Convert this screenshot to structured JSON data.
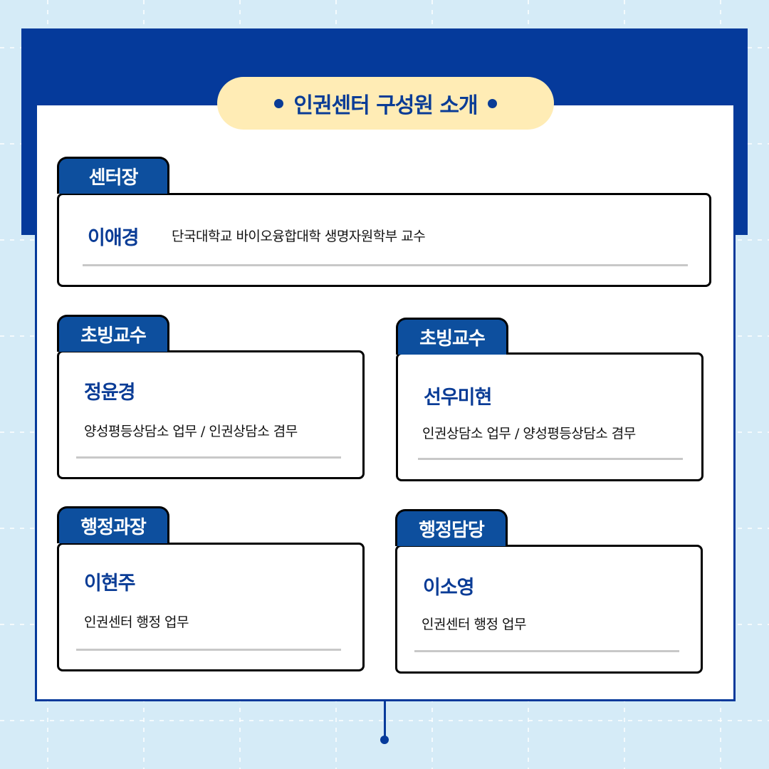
{
  "title": "인권센터 구성원 소개",
  "colors": {
    "primary": "#053a9b",
    "tab": "#0d4f9e",
    "pill": "#ffecb5",
    "background": "#d5ebf7"
  },
  "members": [
    {
      "role": "센터장",
      "name": "이애경",
      "desc": "단국대학교 바이오융합대학 생명자원학부 교수"
    },
    {
      "role": "초빙교수",
      "name": "정윤경",
      "desc": "양성평등상담소 업무 / 인권상담소 겸무"
    },
    {
      "role": "초빙교수",
      "name": "선우미현",
      "desc": "인권상담소 업무 / 양성평등상담소 겸무"
    },
    {
      "role": "행정과장",
      "name": "이현주",
      "desc": "인권센터 행정 업무"
    },
    {
      "role": "행정담당",
      "name": "이소영",
      "desc": "인권센터 행정 업무"
    }
  ]
}
